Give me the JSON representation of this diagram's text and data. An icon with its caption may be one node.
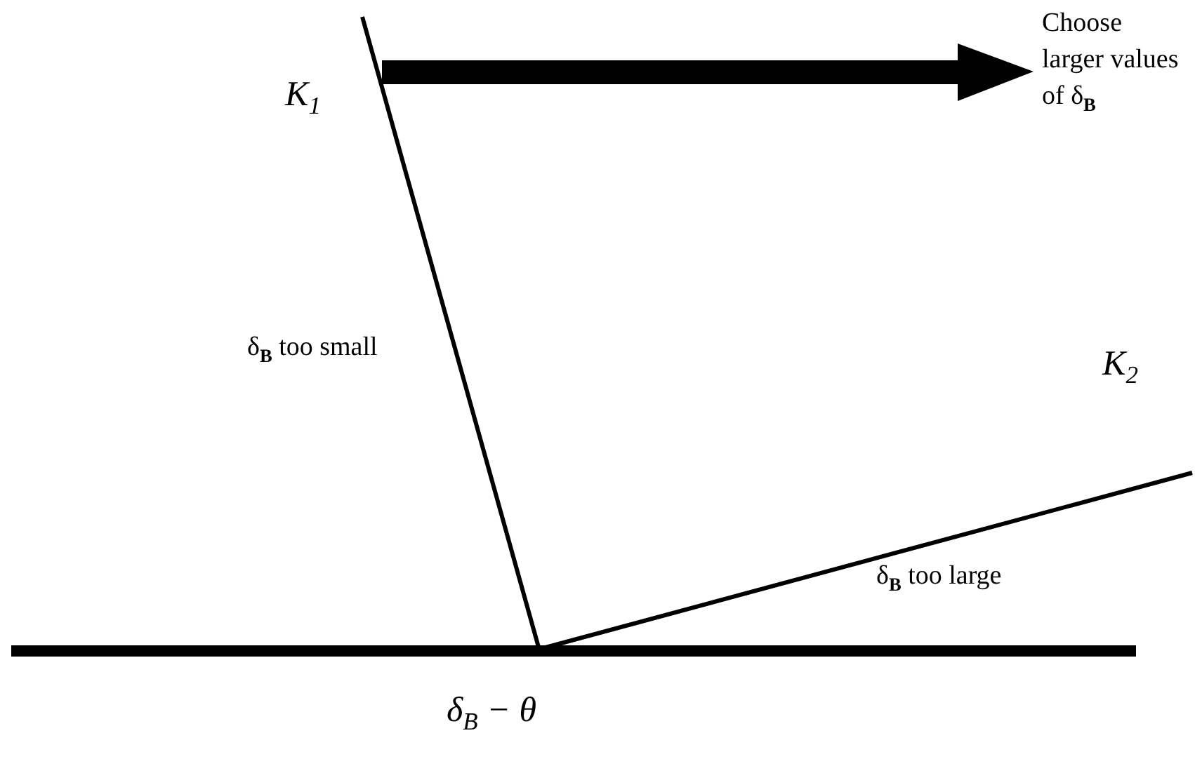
{
  "diagram": {
    "labels": [
      "K$_{1}$",
      "Choose larger values of δ$_{B}$",
      "δ$_{B}$ too small",
      "K$_{2}$",
      "δ$_{B}$ too large",
      "δ$_{B}$ − θ"
    ]
  }
}
